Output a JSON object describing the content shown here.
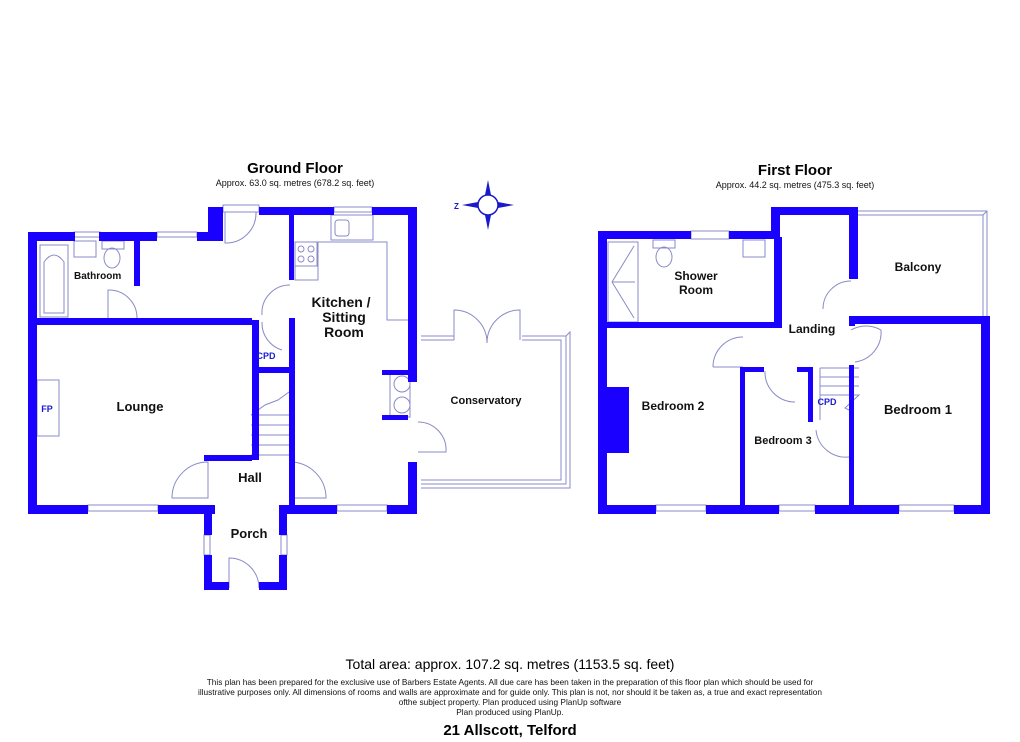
{
  "colors": {
    "wall": "#1a00ff",
    "fixture": "#8a8ac8",
    "label": "#111111",
    "annotation": "#1a1acc"
  },
  "ground_floor": {
    "title": "Ground Floor",
    "area": "Approx. 63.0 sq. metres (678.2 sq. feet)",
    "rooms": {
      "bathroom": "Bathroom",
      "kitchen_line1": "Kitchen /",
      "kitchen_line2": "Sitting",
      "kitchen_line3": "Room",
      "lounge": "Lounge",
      "cpd": "CPD",
      "fp": "FP",
      "hall": "Hall",
      "porch": "Porch",
      "conservatory": "Conservatory"
    }
  },
  "first_floor": {
    "title": "First Floor",
    "area": "Approx. 44.2 sq. metres (475.3 sq. feet)",
    "rooms": {
      "shower_line1": "Shower",
      "shower_line2": "Room",
      "balcony": "Balcony",
      "landing": "Landing",
      "bedroom1": "Bedroom 1",
      "bedroom2": "Bedroom 2",
      "bedroom3": "Bedroom 3",
      "cpd": "CPD"
    }
  },
  "compass": {
    "icon": "compass-rose-icon",
    "label": "Z"
  },
  "footer": {
    "total_area": "Total area: approx. 107.2 sq. metres (1153.5 sq. feet)",
    "disclaimer_line1": "This plan has been prepared for the exclusive use of Barbers Estate Agents. All due care has been taken in the preparation of this floor plan which should be used for",
    "disclaimer_line2": "illustrative purposes only. All dimensions of rooms and walls are approximate and for guide only. This plan is not, nor should it be taken as, a true and exact representation",
    "disclaimer_line3": "ofthe subject property. Plan produced using PlanUp software",
    "disclaimer_line4": "Plan produced using PlanUp.",
    "address": "21 Allscott, Telford"
  }
}
